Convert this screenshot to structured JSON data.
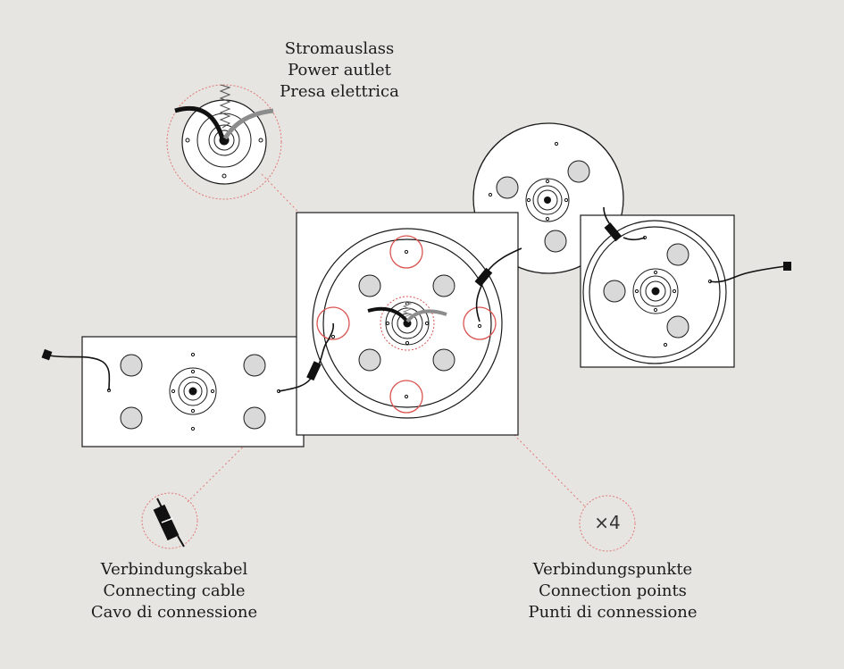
{
  "labels": {
    "power_outlet": [
      "Stromauslass",
      "Power autlet",
      "Presa elettrica"
    ],
    "connecting_cable": [
      "Verbindungskabel",
      "Connecting cable",
      "Cavo di connessione"
    ],
    "connection_points": [
      "Verbindungspunkte",
      "Connection points",
      "Punti di connessione"
    ]
  },
  "multiplier": "×4",
  "colors": {
    "background": "#e6e5e1",
    "panel": "#ffffff",
    "line": "#1a1a1a",
    "grey_cable": "#8c8c8c",
    "highlight": "#d9534f",
    "leader": "#e07a78"
  }
}
